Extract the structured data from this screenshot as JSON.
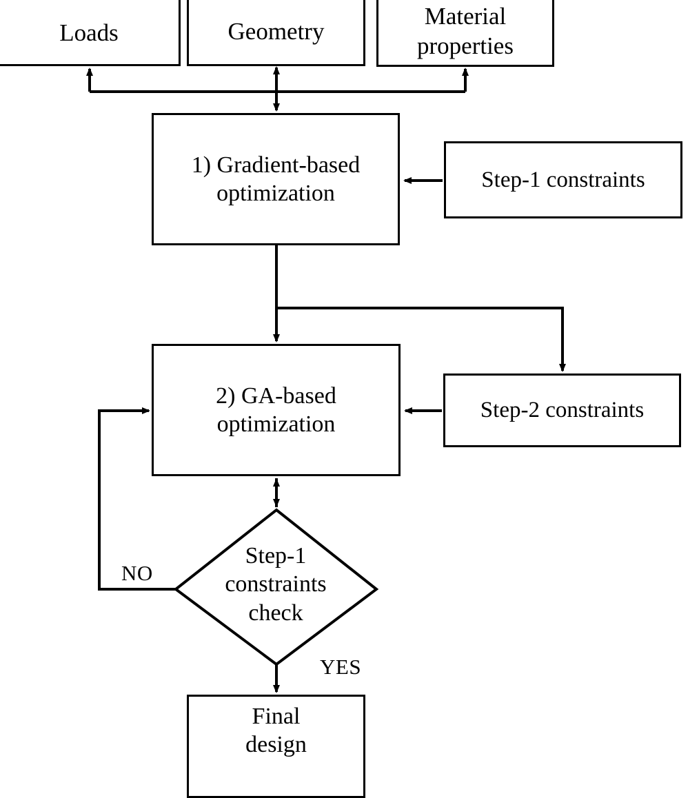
{
  "diagram": {
    "title": "Two-step optimization flowchart",
    "colors": {
      "stroke": "#000000",
      "fill": "#ffffff",
      "text": "#000000"
    },
    "nodes": {
      "loads": {
        "label": "Loads",
        "shape": "rectangle"
      },
      "geometry": {
        "label": "Geometry",
        "shape": "rectangle"
      },
      "material": {
        "label": "Material\nproperties",
        "shape": "rectangle"
      },
      "gradient": {
        "label": "1) Gradient-based\noptimization",
        "shape": "rectangle"
      },
      "step1_constraints": {
        "label": "Step-1 constraints",
        "shape": "rectangle"
      },
      "ga": {
        "label": "2) GA-based\noptimization",
        "shape": "rectangle"
      },
      "step2_constraints": {
        "label": "Step-2 constraints",
        "shape": "rectangle"
      },
      "decision": {
        "label": "Step-1\nconstraints\ncheck",
        "shape": "diamond"
      },
      "final": {
        "label": "Final\ndesign",
        "shape": "rectangle"
      }
    },
    "edge_labels": {
      "no": "NO",
      "yes": "YES"
    },
    "edges": [
      {
        "from": "gradient",
        "to": "loads",
        "label": ""
      },
      {
        "from": "gradient",
        "to": "geometry",
        "label": ""
      },
      {
        "from": "gradient",
        "to": "material",
        "label": ""
      },
      {
        "from": "step1_constraints",
        "to": "gradient",
        "label": ""
      },
      {
        "from": "gradient",
        "to": "ga",
        "label": ""
      },
      {
        "from": "gradient",
        "to": "step2_constraints",
        "label": ""
      },
      {
        "from": "step2_constraints",
        "to": "ga",
        "label": ""
      },
      {
        "from": "ga",
        "to": "decision",
        "label": ""
      },
      {
        "from": "decision",
        "to": "ga",
        "label": "NO"
      },
      {
        "from": "decision",
        "to": "final",
        "label": "YES"
      }
    ]
  }
}
